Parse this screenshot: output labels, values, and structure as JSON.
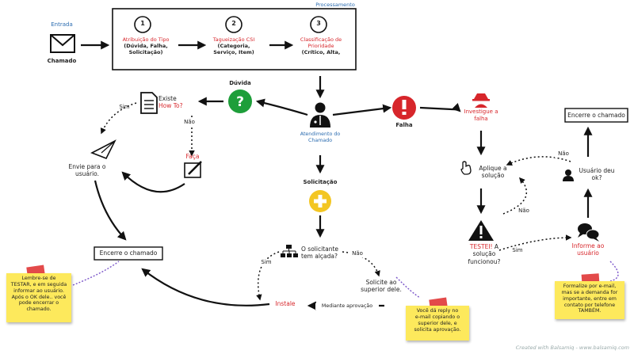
{
  "labels": {
    "entrada": "Entrada",
    "chamado": "Chamado",
    "processamento": "Processamento",
    "step1": "Atribuição do Tipo\n(Dúvida, Falha,\nSolicitação)",
    "step2": "Tagueização CSI\n(Categoria,\nServiço, Item)",
    "step3": "Classificação de\nPrioridade\n(Crítico, Alta,",
    "step_nums": [
      "1",
      "2",
      "3"
    ],
    "duvida": "Dúvida",
    "existe": "Existe",
    "howto": "How To?",
    "sim1": "Sim",
    "nao1": "Não",
    "faca": "Faça",
    "envie": "Envie para o\nusuário.",
    "encerre_left": "Encerre o chamado",
    "atendimento": "Atendimento do\nChamado",
    "falha": "Falha",
    "investigue": "Investigue a\nfalha",
    "solicitacao": "Solicitação",
    "o_solicitante": "O solicitante\ntem alçada?",
    "sim2": "Sim",
    "nao2": "Não",
    "solicite": "Solicite ao\nsuperior dele.",
    "instale": "Instale",
    "mediante": "Mediante aprovação",
    "aplique": "Aplique a\nsolução",
    "testei": "TESTEI! A\nsolução\nfuncionou?",
    "nao3": "Não",
    "sim3": "Sim",
    "nao4": "Não",
    "informe": "Informe ao\nusuário",
    "usuario_deu": "Usuário deu\nok?",
    "encerre_right": "Encerre o chamado",
    "footer": "Created with Balsamiq - www.balsamiq.com"
  },
  "notes": {
    "left": "Lembre-se de\nTESTAR, e em seguida\ninformar ao usuário.\nApós o OK dele.. você\npode encerrar o\nchamado.",
    "middle": "Você dá reply no\ne-mail copiando o\nsuperior dele, e\nsolicita aprovação.",
    "right": "Formalize por e-mail,\nmas se a demanda for\nimportante, entre em\ncontato por telefone\nTAMBÉM."
  },
  "colors": {
    "green": "#1e9e3a",
    "red": "#d7262b",
    "yellow": "#f3c623",
    "note": "#fde95c",
    "tape": "#e34a4a",
    "blue_text": "#2b6cb0",
    "red_text": "#d7262b"
  },
  "icons": [
    "envelope-icon",
    "document-icon",
    "question-icon",
    "pencil-icon",
    "paper-plane-icon",
    "doctor-icon",
    "exclamation-icon",
    "plus-icon",
    "org-chart-icon",
    "spy-icon",
    "hand-pointer-icon",
    "warning-icon",
    "chat-icon",
    "user-icon"
  ]
}
